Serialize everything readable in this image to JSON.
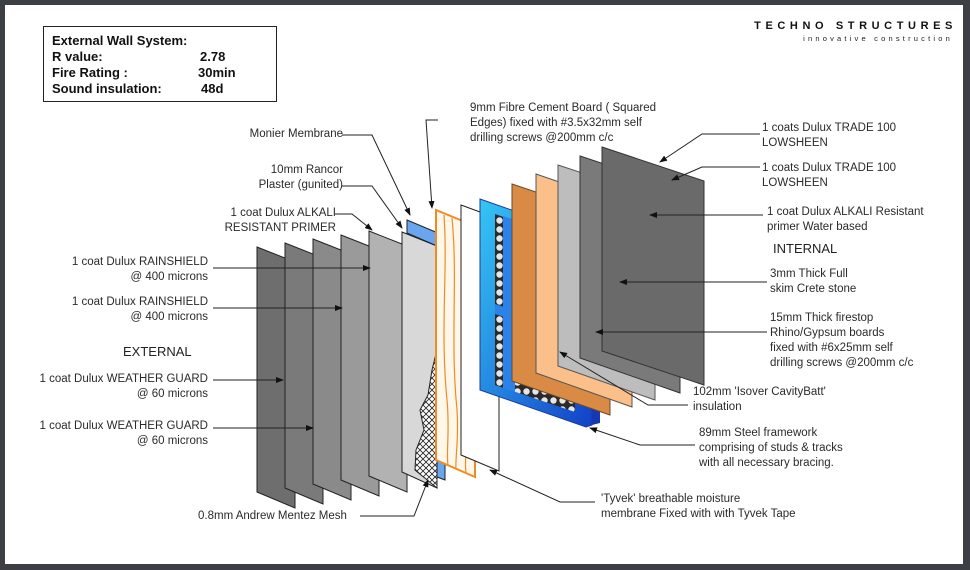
{
  "info_box": {
    "title": "External Wall System:",
    "rows": [
      {
        "label": "R value:",
        "value": "2.78"
      },
      {
        "label": "Fire Rating :",
        "value": "30min"
      },
      {
        "label": "Sound insulation:",
        "value": "48d"
      }
    ]
  },
  "logo": {
    "name": "TECHNO STRUCTURES",
    "tagline": "innovative construction"
  },
  "side_labels": {
    "external": "EXTERNAL",
    "internal": "INTERNAL"
  },
  "left_labels": [
    {
      "lines": [
        "Monier Membrane"
      ]
    },
    {
      "lines": [
        "10mm Rancor",
        "Plaster (gunited)"
      ]
    },
    {
      "lines": [
        "1 coat Dulux ALKALI",
        "RESISTANT PRIMER"
      ]
    },
    {
      "lines": [
        "1 coat Dulux RAINSHIELD",
        "@ 400 microns"
      ]
    },
    {
      "lines": [
        "1 coat Dulux RAINSHIELD",
        "@ 400 microns"
      ]
    },
    {
      "lines": [
        "1 coat Dulux WEATHER GUARD",
        "@ 60 microns"
      ]
    },
    {
      "lines": [
        "1 coat Dulux WEATHER GUARD",
        "@ 60 microns"
      ]
    },
    {
      "lines": [
        "0.8mm Andrew Mentez Mesh"
      ]
    }
  ],
  "top_label": {
    "lines": [
      "9mm Fibre Cement Board ( Squared",
      "Edges) fixed with #3.5x32mm self",
      "drilling screws @200mm c/c"
    ]
  },
  "right_labels": [
    {
      "lines": [
        "1 coats Dulux TRADE 100",
        "LOWSHEEN"
      ]
    },
    {
      "lines": [
        "1 coats Dulux TRADE 100",
        "LOWSHEEN"
      ]
    },
    {
      "lines": [
        "1 coat Dulux ALKALI Resistant",
        "primer Water based"
      ]
    },
    {
      "lines": [
        "3mm Thick Full",
        "skim Crete stone"
      ]
    },
    {
      "lines": [
        "15mm Thick  firestop",
        "Rhino/Gypsum boards",
        "fixed with #6x25mm self",
        "drilling screws @200mm c/c"
      ]
    },
    {
      "lines": [
        "102mm 'Isover CavityBatt'",
        "insulation"
      ]
    },
    {
      "lines": [
        "89mm Steel framework",
        "comprising of studs & tracks",
        "with all necessary bracing."
      ]
    },
    {
      "lines": [
        "'Tyvek'  breathable moisture",
        "membrane Fixed with with Tyvek Tape"
      ]
    }
  ],
  "layer_colors": {
    "paint_dark": "#6e6e6e",
    "paint_mid": "#8a8a8a",
    "paint_light": "#a8a8a8",
    "plaster": "#d6d6d6",
    "membrane_blue": "#6aa6f0",
    "fibre_board": "#f08a24",
    "frame_blue": "#1e6fe0",
    "firestop_board": "#d98a45",
    "skim_stone": "#fbbf8a",
    "primer_internal": "#bdbdbd"
  }
}
